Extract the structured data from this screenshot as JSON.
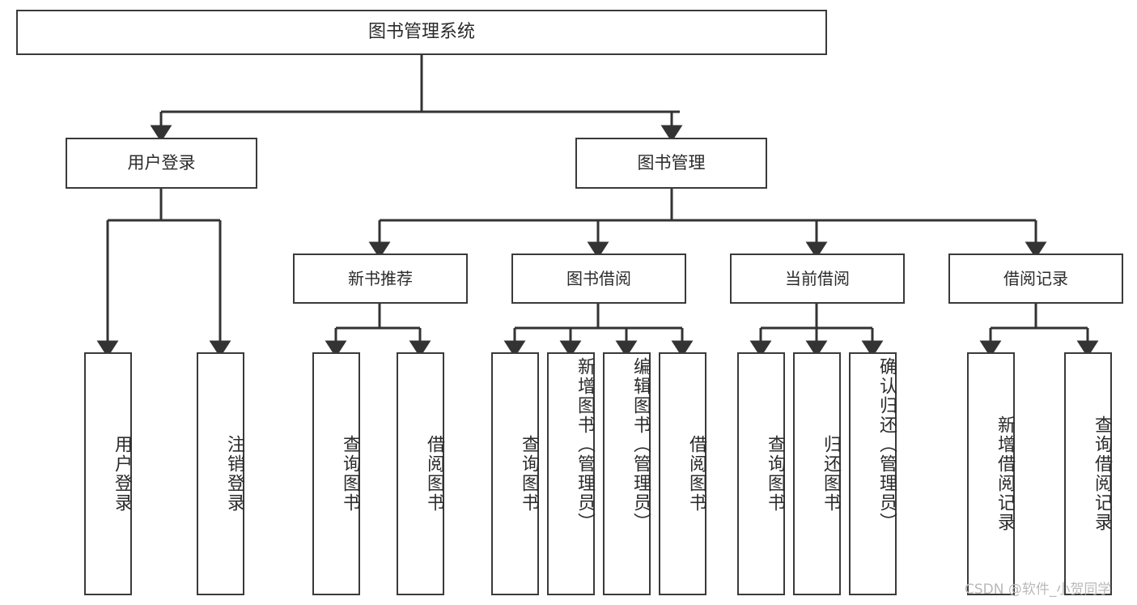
{
  "diagram": {
    "type": "tree-hierarchy-flowchart",
    "title": "图书管理系统",
    "orientation": "top-down",
    "colors": {
      "background": "#ffffff",
      "box_border": "#3a3a3a",
      "box_fill": "#ffffff",
      "connector": "#333333",
      "text": "#2b2b2b",
      "watermark": "#b9b9b9"
    },
    "root": {
      "label": "图书管理系统"
    },
    "level1": [
      {
        "label": "用户登录"
      },
      {
        "label": "图书管理"
      }
    ],
    "level2": [
      {
        "label": "新书推荐"
      },
      {
        "label": "图书借阅"
      },
      {
        "label": "当前借阅"
      },
      {
        "label": "借阅记录"
      }
    ],
    "leaves": {
      "user_login": [
        {
          "label": "用户登录"
        },
        {
          "label": "注销登录"
        }
      ],
      "new_book_recommend": [
        {
          "label": "查询图书"
        },
        {
          "label": "借阅图书"
        }
      ],
      "book_borrow": [
        {
          "label": "查询图书"
        },
        {
          "label": "新增图书（管理员）"
        },
        {
          "label": "编辑图书（管理员）"
        },
        {
          "label": "借阅图书"
        }
      ],
      "current_borrow": [
        {
          "label": "查询图书"
        },
        {
          "label": "归还图书"
        },
        {
          "label": "确认归还（管理员）"
        }
      ],
      "borrow_record": [
        {
          "label": "新增借阅记录"
        },
        {
          "label": "查询借阅记录"
        }
      ]
    },
    "watermark": "CSDN @软件_小贺同学"
  }
}
